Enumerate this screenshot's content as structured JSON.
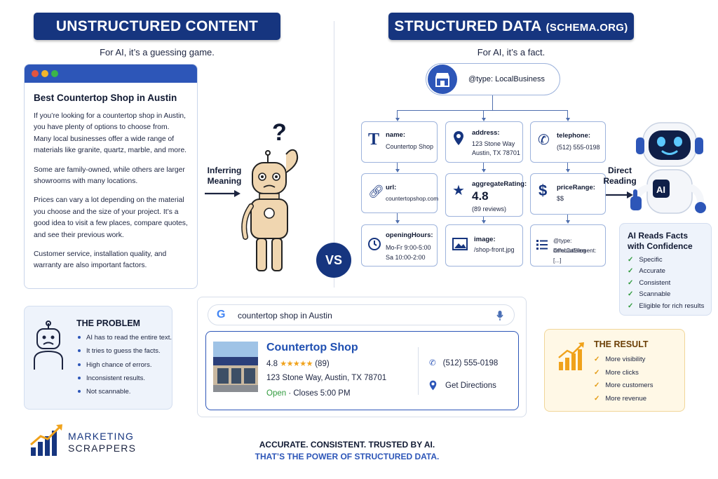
{
  "left": {
    "banner": "UNSTRUCTURED CONTENT",
    "subtitle": "For AI, it’s a guessing game.",
    "article": {
      "title": "Best Countertop Shop in Austin",
      "paragraphs": [
        "If you’re looking for a countertop shop in Austin, you have plenty of options to choose from. Many local businesses offer a wide range of materials like granite, quartz, marble, and more.",
        "Some are family-owned, while others are larger showrooms with many locations.",
        "Prices can vary a lot depending on the material you choose and the size of your project. It’s a good idea to visit a few places, compare quotes, and see their previous work.",
        "Customer service, installation quality, and warranty are also important factors."
      ]
    },
    "inferring_label": "Inferring\nMeaning",
    "problem": {
      "title": "THE PROBLEM",
      "items": [
        "AI has to read the entire text.",
        "It tries to guess the facts.",
        "High chance of errors.",
        "Inconsistent results.",
        "Not scannable."
      ]
    }
  },
  "vs": "VS",
  "right": {
    "banner": "STRUCTURED DATA",
    "banner_suffix": "(SCHEMA.ORG)",
    "subtitle": "For AI, it’s a fact.",
    "root": "@type: LocalBusiness",
    "nodes": {
      "name": {
        "key": "name:",
        "value": "Countertop Shop"
      },
      "address": {
        "key": "address:",
        "value1": "123 Stone Way",
        "value2": "Austin, TX 78701"
      },
      "telephone": {
        "key": "telephone:",
        "value": "(512) 555-0198"
      },
      "url": {
        "key": "url:",
        "value": "countertopshop.com"
      },
      "rating": {
        "key": "aggregateRating:",
        "value": "4.8",
        "sub": "(89 reviews)"
      },
      "price": {
        "key": "priceRange:",
        "value": "$$"
      },
      "hours": {
        "key": "openingHours:",
        "value1": "Mo-Fr 9:00-5:00",
        "value2": "Sa 10:00-2:00"
      },
      "image": {
        "key": "image:",
        "value": "/shop-front.jpg"
      },
      "catalog": {
        "value1": "@type: OfferCatalog",
        "value2": "itemListElement: [...]"
      }
    },
    "direct_label": "Direct\nReading",
    "robot_badge": "AI",
    "facts": {
      "title": "AI Reads Facts with Confidence",
      "items": [
        "Specific",
        "Accurate",
        "Consistent",
        "Scannable",
        "Eligible for rich results"
      ]
    }
  },
  "search": {
    "query": "countertop shop in Austin",
    "business": "Countertop Shop",
    "rating": "4.8",
    "stars": "★★★★★",
    "reviews": "(89)",
    "address": "123 Stone Way, Austin, TX 78701",
    "open": "Open",
    "closes": " · Closes 5:00 PM",
    "phone": "(512) 555-0198",
    "directions": "Get Directions"
  },
  "result": {
    "title": "THE RESULT",
    "items": [
      "More visibility",
      "More clicks",
      "More customers",
      "More revenue"
    ]
  },
  "brand": {
    "line1": "MARKETING",
    "line2": "SCRAPPERS"
  },
  "tagline": {
    "line1": "ACCURATE. CONSISTENT. TRUSTED BY AI.",
    "line2": "THAT’S THE POWER OF STRUCTURED DATA."
  },
  "colors": {
    "navy": "#16357f",
    "blue": "#2d56b8",
    "green": "#2f9a3c",
    "orange": "#f0a21b"
  }
}
